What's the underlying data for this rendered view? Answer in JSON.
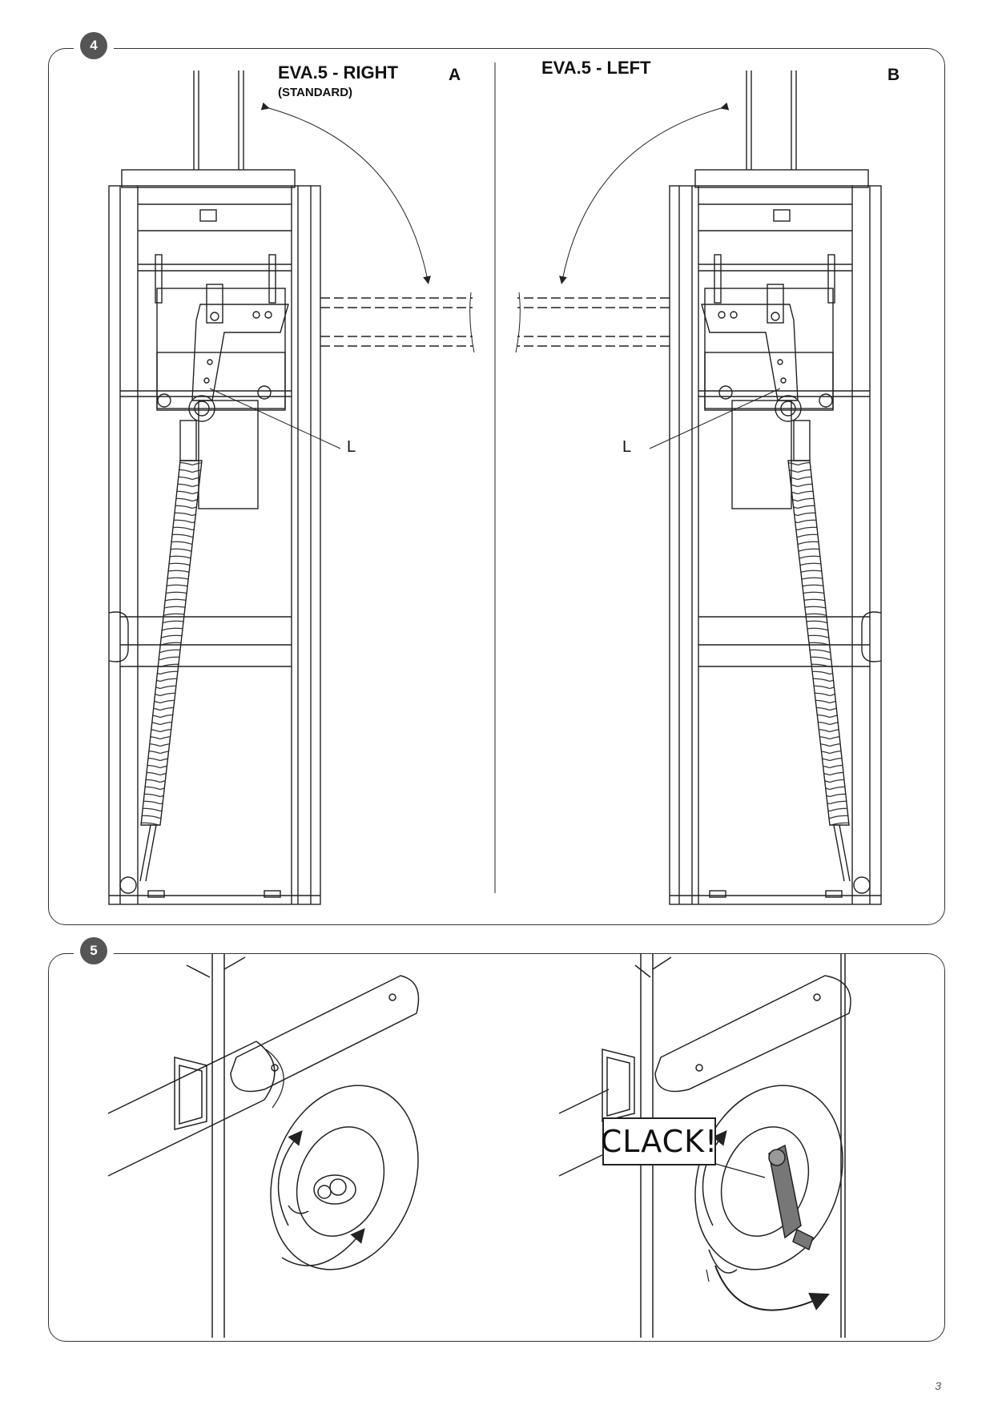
{
  "figure4": {
    "step_number": "4",
    "left": {
      "title": "EVA.5 - RIGHT",
      "subtitle": "(STANDARD)",
      "letter": "A",
      "callout": "L"
    },
    "right": {
      "title": "EVA.5 - LEFT",
      "letter": "B",
      "callout": "L"
    }
  },
  "figure5": {
    "step_number": "5",
    "sound_label": "CLACK!"
  },
  "page_number": "3",
  "colors": {
    "line": "#222222",
    "badge": "#555555",
    "handle": "#777777"
  },
  "icons": {
    "rotate_arrow": "curved-arrow-icon"
  }
}
